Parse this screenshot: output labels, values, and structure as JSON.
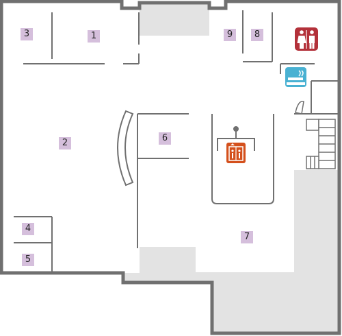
{
  "map": {
    "colors": {
      "wall": "#707070",
      "floor": "#ffffff",
      "blocked": "#e3e3e3",
      "label_bg": "#d5bfdc",
      "restroom": "#b3313a",
      "elevator": "#d4501c",
      "smoking": "#49b1d2"
    },
    "rooms": [
      {
        "id": "room-1",
        "label": "1"
      },
      {
        "id": "room-2",
        "label": "2"
      },
      {
        "id": "room-3",
        "label": "3"
      },
      {
        "id": "room-4",
        "label": "4"
      },
      {
        "id": "room-5",
        "label": "5"
      },
      {
        "id": "room-6",
        "label": "6"
      },
      {
        "id": "room-7",
        "label": "7"
      },
      {
        "id": "room-8",
        "label": "8"
      },
      {
        "id": "room-9",
        "label": "9"
      }
    ],
    "icons": {
      "restroom": "restroom-icon",
      "elevator": "elevator-icon",
      "smoking": "smoking-area-icon",
      "stairs": "stairs-icon"
    }
  }
}
